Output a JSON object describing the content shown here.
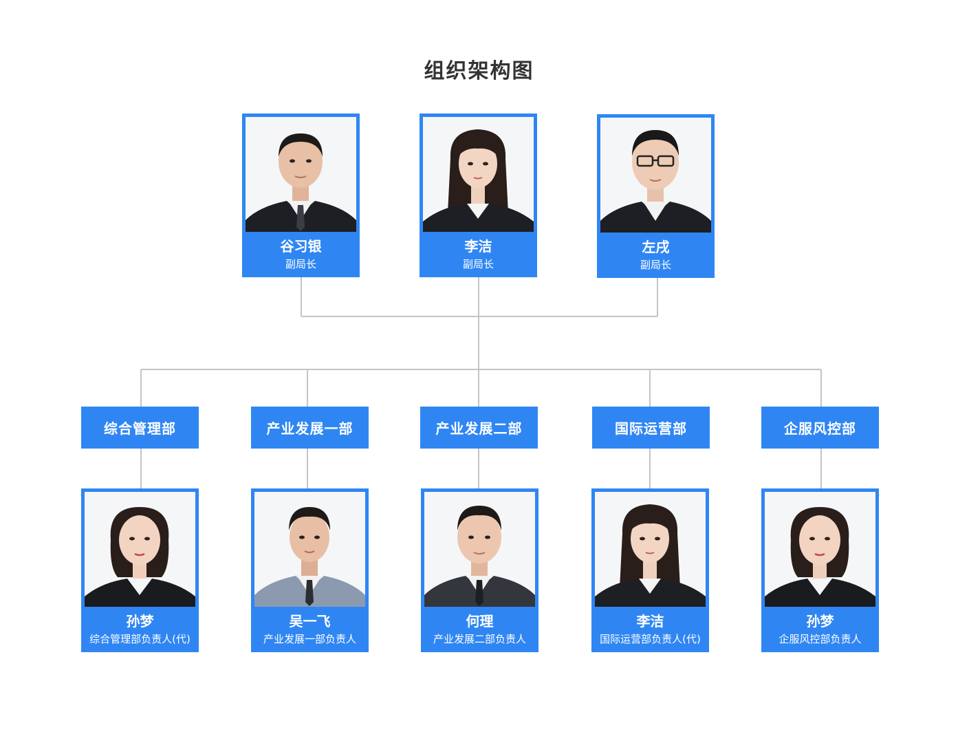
{
  "title": "组织架构图",
  "colors": {
    "accent": "#2f86f3",
    "connector": "#c4c4c4",
    "title": "#333333"
  },
  "leaders": [
    {
      "name": "谷习银",
      "role": "副局长",
      "icon": "man-portrait-icon"
    },
    {
      "name": "李洁",
      "role": "副局长",
      "icon": "woman-portrait-icon"
    },
    {
      "name": "左戌",
      "role": "副局长",
      "icon": "man-glasses-portrait-icon"
    }
  ],
  "departments": [
    {
      "name": "综合管理部"
    },
    {
      "name": "产业发展一部"
    },
    {
      "name": "产业发展二部"
    },
    {
      "name": "国际运营部"
    },
    {
      "name": "企服风控部"
    }
  ],
  "heads": [
    {
      "name": "孙梦",
      "role": "综合管理部负责人(代)",
      "icon": "woman-portrait-icon"
    },
    {
      "name": "吴一飞",
      "role": "产业发展一部负责人",
      "icon": "man-portrait-icon"
    },
    {
      "name": "何理",
      "role": "产业发展二部负责人",
      "icon": "man-portrait-icon"
    },
    {
      "name": "李洁",
      "role": "国际运营部负责人(代)",
      "icon": "woman-portrait-icon"
    },
    {
      "name": "孙梦",
      "role": "企服风控部负责人",
      "icon": "woman-portrait-icon"
    }
  ]
}
